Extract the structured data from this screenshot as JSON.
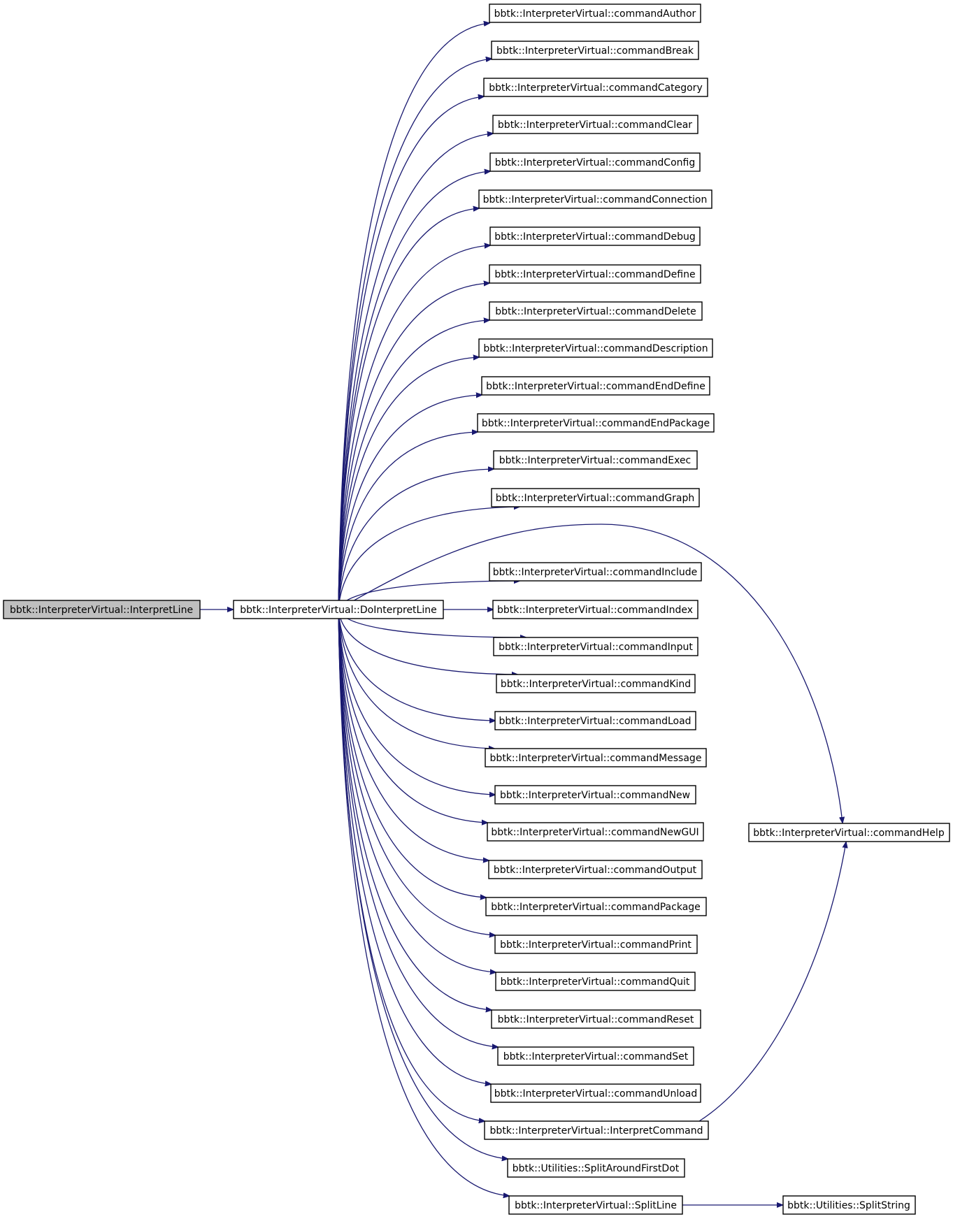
{
  "graph": {
    "root": "bbtk::InterpreterVirtual::InterpretLine",
    "main": "bbtk::InterpreterVirtual::DoInterpretLine",
    "callees": [
      "bbtk::InterpreterVirtual::commandAuthor",
      "bbtk::InterpreterVirtual::commandBreak",
      "bbtk::InterpreterVirtual::commandCategory",
      "bbtk::InterpreterVirtual::commandClear",
      "bbtk::InterpreterVirtual::commandConfig",
      "bbtk::InterpreterVirtual::commandConnection",
      "bbtk::InterpreterVirtual::commandDebug",
      "bbtk::InterpreterVirtual::commandDefine",
      "bbtk::InterpreterVirtual::commandDelete",
      "bbtk::InterpreterVirtual::commandDescription",
      "bbtk::InterpreterVirtual::commandEndDefine",
      "bbtk::InterpreterVirtual::commandEndPackage",
      "bbtk::InterpreterVirtual::commandExec",
      "bbtk::InterpreterVirtual::commandGraph",
      "bbtk::InterpreterVirtual::commandInclude",
      "bbtk::InterpreterVirtual::commandIndex",
      "bbtk::InterpreterVirtual::commandInput",
      "bbtk::InterpreterVirtual::commandKind",
      "bbtk::InterpreterVirtual::commandLoad",
      "bbtk::InterpreterVirtual::commandMessage",
      "bbtk::InterpreterVirtual::commandNew",
      "bbtk::InterpreterVirtual::commandNewGUI",
      "bbtk::InterpreterVirtual::commandOutput",
      "bbtk::InterpreterVirtual::commandPackage",
      "bbtk::InterpreterVirtual::commandPrint",
      "bbtk::InterpreterVirtual::commandQuit",
      "bbtk::InterpreterVirtual::commandReset",
      "bbtk::InterpreterVirtual::commandSet",
      "bbtk::InterpreterVirtual::commandUnload",
      "bbtk::InterpreterVirtual::InterpretCommand",
      "bbtk::Utilities::SplitAroundFirstDot",
      "bbtk::InterpreterVirtual::SplitLine"
    ],
    "help": "bbtk::InterpreterVirtual::commandHelp",
    "split_string": "bbtk::Utilities::SplitString",
    "colors": {
      "edge": "#191970",
      "root_fill": "#bfbfbf",
      "node_border": "#000000"
    }
  }
}
